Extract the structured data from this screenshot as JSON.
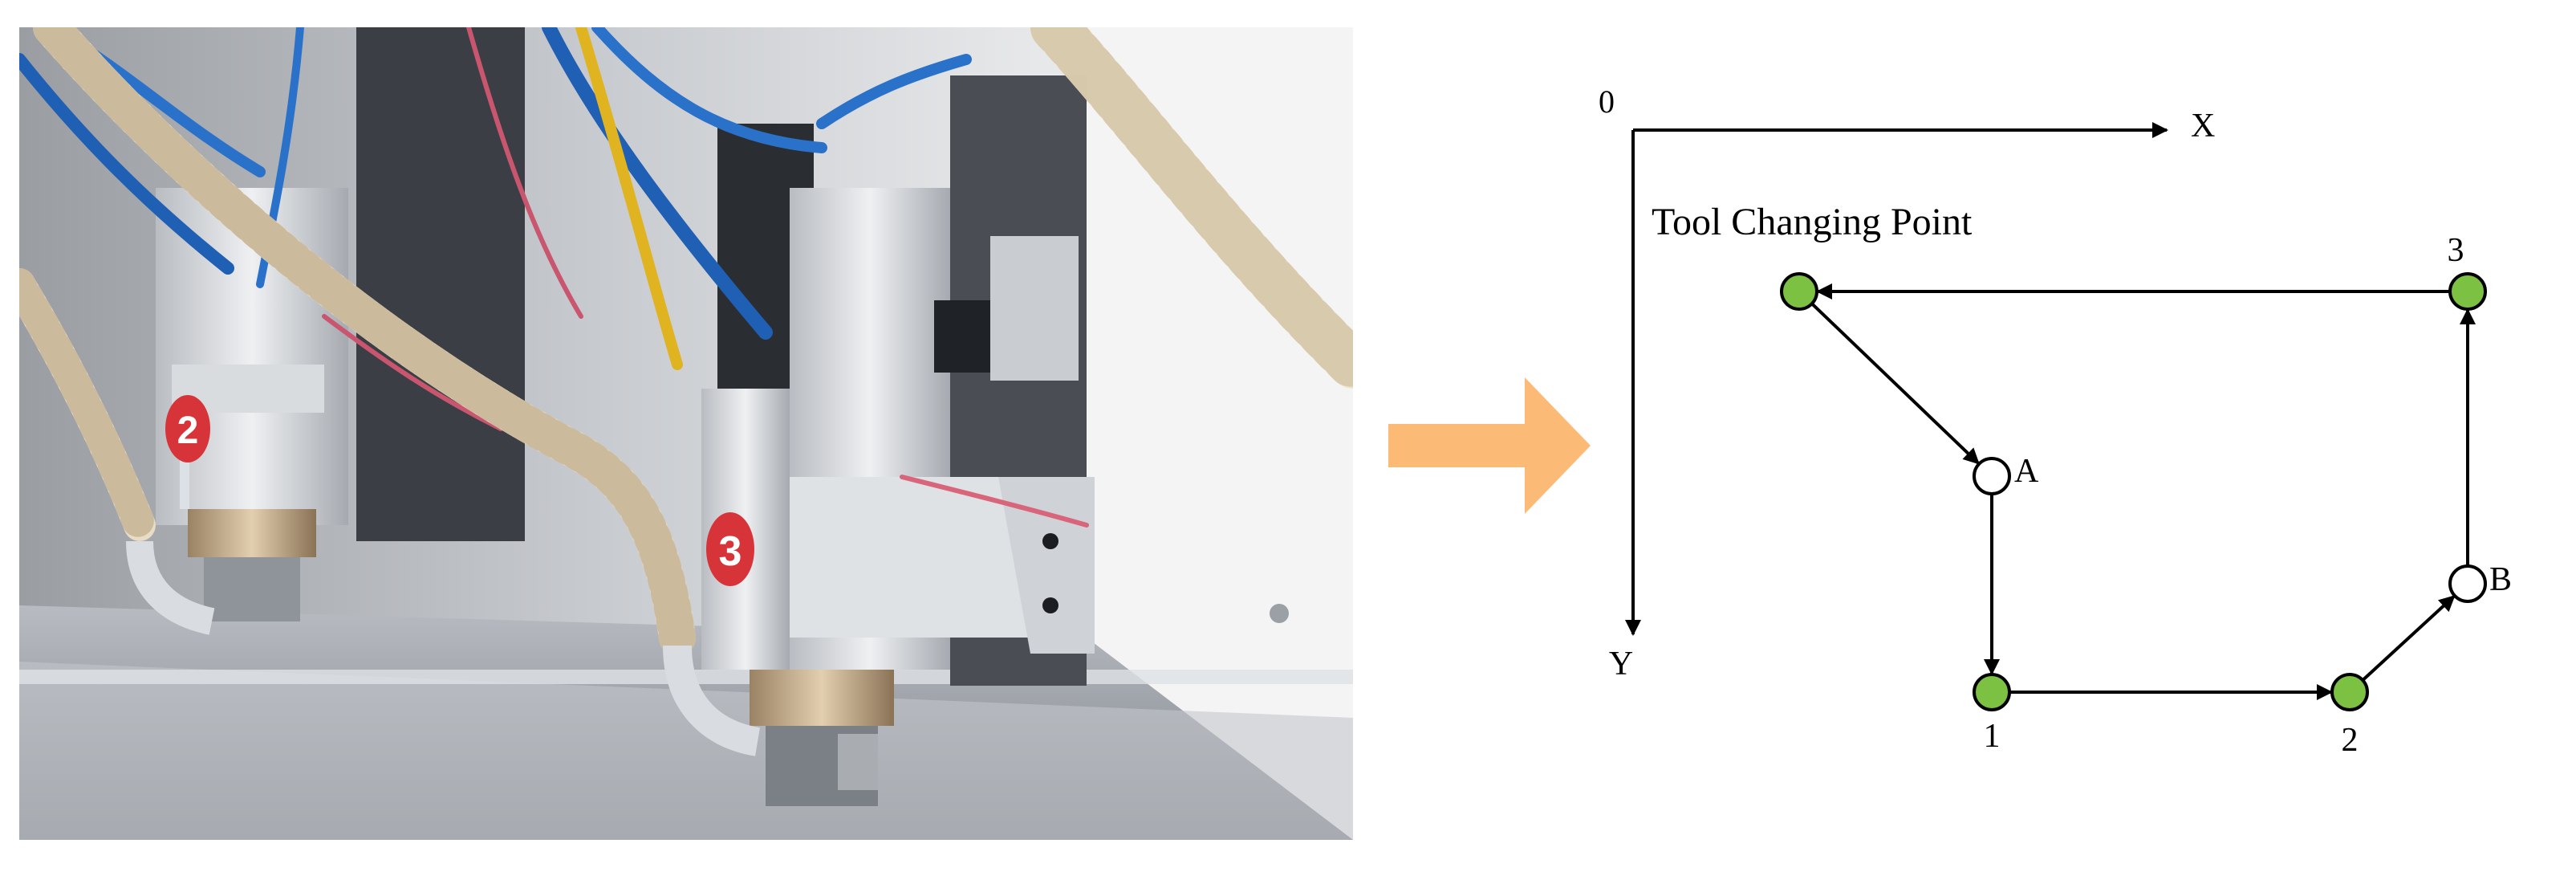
{
  "photo": {
    "tool_badges": [
      "2",
      "3"
    ]
  },
  "diagram": {
    "origin_label": "0",
    "x_axis_label": "X",
    "y_axis_label": "Y",
    "tool_change_label": "Tool Changing Point",
    "points": [
      {
        "id": "tcp",
        "label": "",
        "type": "filled"
      },
      {
        "id": "A",
        "label": "A",
        "type": "hollow"
      },
      {
        "id": "1",
        "label": "1",
        "type": "filled"
      },
      {
        "id": "2",
        "label": "2",
        "type": "filled"
      },
      {
        "id": "B",
        "label": "B",
        "type": "hollow"
      },
      {
        "id": "3",
        "label": "3",
        "type": "filled"
      }
    ],
    "path_order": [
      "tcp",
      "A",
      "1",
      "2",
      "B",
      "3",
      "tcp"
    ]
  },
  "colors": {
    "arrow": "#fbbb77",
    "filled_point": "#7dc142",
    "hollow_point": "#ffffff",
    "line": "#000000",
    "badge": "#d7343a"
  }
}
